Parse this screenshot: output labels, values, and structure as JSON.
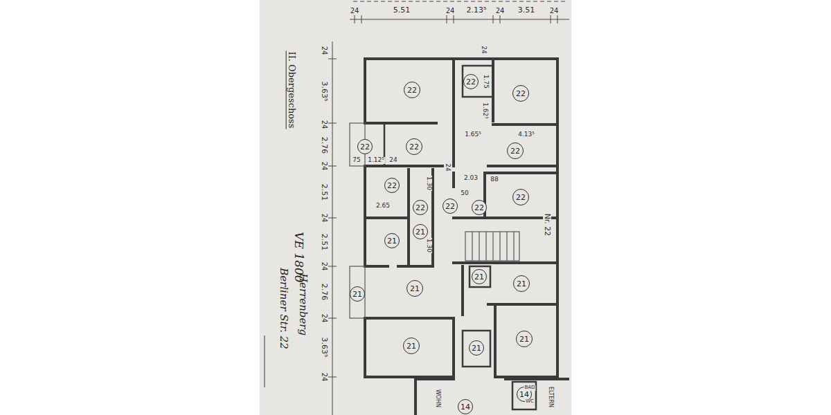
{
  "diagram": {
    "title": "II. Obergeschoss",
    "nodes": [
      {
        "text": [
          "22"
        ]
      },
      {
        "text": [
          "22"
        ]
      },
      {
        "text": [
          "22"
        ]
      },
      {
        "text": [
          "22"
        ]
      },
      {
        "text": [
          "22"
        ]
      },
      {
        "text": [
          "22"
        ]
      },
      {
        "text": [
          "22"
        ]
      },
      {
        "text": [
          "22"
        ]
      },
      {
        "text": [
          "22"
        ]
      },
      {
        "text": [
          "22"
        ]
      },
      {
        "text": [
          "22"
        ]
      },
      {
        "text": [
          "21"
        ]
      },
      {
        "text": [
          "21"
        ]
      },
      {
        "text": [
          "21"
        ]
      },
      {
        "text": [
          "21"
        ]
      },
      {
        "text": [
          "21"
        ]
      },
      {
        "text": [
          "21"
        ]
      },
      {
        "text": [
          "21"
        ]
      },
      {
        "text": [
          "21"
        ]
      },
      {
        "text": [
          "21"
        ]
      },
      {
        "text": [
          "14"
        ]
      },
      {
        "text": [
          "14"
        ]
      }
    ],
    "labels": [
      "24",
      "5.51",
      "24",
      "2.13⁵",
      "24",
      "3.51",
      "24",
      "24",
      "3.63⁵",
      "24",
      "2.76",
      "24",
      "2.51",
      "24",
      "2.51",
      "24",
      "2.76",
      "24",
      "3.63⁵",
      "24",
      "24",
      "1.75",
      "1.62⁵",
      "1.65⁵",
      "4.13⁵",
      "75",
      "1.12⁵",
      "24",
      "24",
      "2.03",
      "88",
      "1.30",
      "2.65",
      "50",
      "1.30",
      "Nr. 22",
      "VE 1800",
      "Herrenberg",
      "Berliner Str. 22",
      "WOHN",
      "BAD",
      "WC",
      "ELTERN"
    ]
  }
}
